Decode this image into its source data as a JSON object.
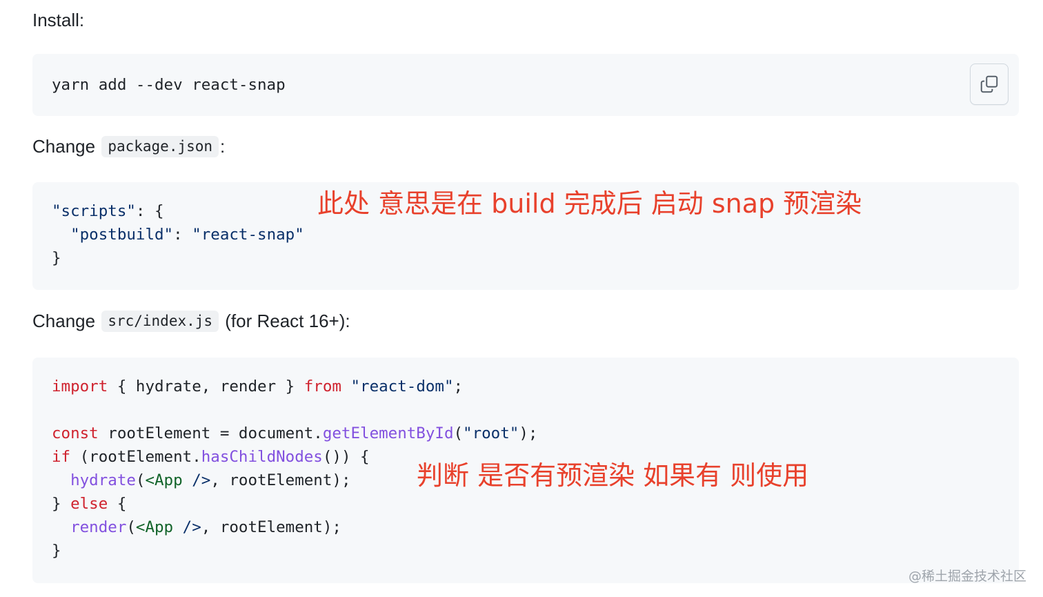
{
  "install": {
    "label": "Install:",
    "command": "yarn add --dev react-snap"
  },
  "change_package": {
    "prefix": "Change",
    "file": "package.json",
    "suffix": ":"
  },
  "scripts_code": {
    "line1_str": "\"scripts\"",
    "line1_rest": ": {",
    "line2_key": "\"postbuild\"",
    "line2_sep": ": ",
    "line2_val": "\"react-snap\"",
    "line3": "}"
  },
  "change_index": {
    "prefix": "Change",
    "file": "src/index.js",
    "suffix": "(for React 16+):"
  },
  "index_code": {
    "l1_import": "import",
    "l1_mid": " { hydrate, render } ",
    "l1_from": "from",
    "l1_str": "\"react-dom\"",
    "l1_end": ";",
    "l3_const": "const",
    "l3_mid": " rootElement = document.",
    "l3_fn": "getElementById",
    "l3_open": "(",
    "l3_str": "\"root\"",
    "l3_end": ");",
    "l4_if": "if",
    "l4_mid": " (rootElement.",
    "l4_fn": "hasChildNodes",
    "l4_end": "()) {",
    "l5_fn": "hydrate",
    "l5_open": "(",
    "l5_tag": "<App",
    "l5_close": " />",
    "l5_end": ", rootElement);",
    "l6_brace": "} ",
    "l6_else": "else",
    "l6_end": " {",
    "l7_fn": "render",
    "l7_open": "(",
    "l7_tag": "<App",
    "l7_close": " />",
    "l7_end": ", rootElement);",
    "l8": "}"
  },
  "annotations": {
    "first": "此处 意思是在 build 完成后 启动 snap  预渲染",
    "second": "判断 是否有预渲染  如果有 则使用"
  },
  "watermark": "@稀土掘金技术社区",
  "icons": {
    "copy": "copy-icon"
  },
  "colors": {
    "annotation": "#e8412c",
    "keyword": "#cf222e",
    "string": "#0a3069",
    "function": "#8250df",
    "jsx_tag": "#116329"
  }
}
